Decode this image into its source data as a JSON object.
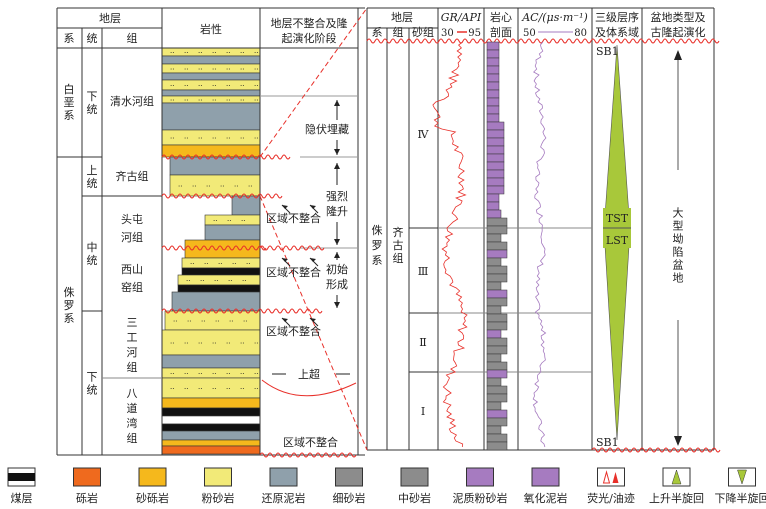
{
  "left": {
    "header": {
      "strata": "地层",
      "system": "系",
      "series": "统",
      "formation": "组",
      "lithology": "岩性",
      "stage_line1": "地层不整合及隆",
      "stage_line2": "起演化阶段"
    },
    "systems": [
      {
        "label": "白垩系"
      },
      {
        "label": "侏罗系"
      }
    ],
    "series": [
      {
        "label": "下统"
      },
      {
        "label": "上统"
      },
      {
        "label": "中统"
      },
      {
        "label": "下统"
      }
    ],
    "formations": [
      {
        "label": "清水河组"
      },
      {
        "label": "齐古组"
      },
      {
        "label": "头屯河组"
      },
      {
        "label": "西山窑组"
      },
      {
        "label": "三工河组"
      },
      {
        "label": "八道湾组"
      }
    ],
    "stages": [
      {
        "label": "隐伏埋藏"
      },
      {
        "label": "强烈隆升"
      },
      {
        "label": "初始形成"
      }
    ],
    "annotations": {
      "unconformity": "区域不整合",
      "onlap": "上超"
    }
  },
  "right": {
    "header": {
      "strata": "地层",
      "system": "系",
      "formation": "组",
      "sand_group": "砂组",
      "gr": "GR/API",
      "gr_min": "30",
      "gr_max": "95",
      "core_line1": "岩心",
      "core_line2": "剖面",
      "ac": "AC/(μs·m⁻¹)",
      "ac_min": "50",
      "ac_max": "80",
      "seq_line1": "三级层序",
      "seq_line2": "及体系域",
      "basin_line1": "盆地类型及",
      "basin_line2": "古隆起演化"
    },
    "system": "侏罗系",
    "formation": "齐古组",
    "sand_groups": [
      {
        "label": "Ⅳ"
      },
      {
        "label": "Ⅲ"
      },
      {
        "label": "Ⅱ"
      },
      {
        "label": "Ⅰ"
      }
    ],
    "sequence": {
      "top": "SB1",
      "bottom": "SB1",
      "tst": "TST",
      "lst": "LST"
    },
    "basin_type": "大型坳陷盆地"
  },
  "legend": [
    {
      "label": "煤层",
      "icon": "coal-icon"
    },
    {
      "label": "砾岩",
      "icon": "conglomerate-icon"
    },
    {
      "label": "砂砾岩",
      "icon": "glutenite-icon"
    },
    {
      "label": "粉砂岩",
      "icon": "siltstone-icon"
    },
    {
      "label": "还原泥岩",
      "icon": "reduced-mudstone-icon"
    },
    {
      "label": "细砂岩",
      "icon": "fine-sandstone-icon"
    },
    {
      "label": "中砂岩",
      "icon": "medium-sandstone-icon"
    },
    {
      "label": "泥质粉砂岩",
      "icon": "argillaceous-siltstone-icon"
    },
    {
      "label": "氧化泥岩",
      "icon": "oxidized-mudstone-icon"
    },
    {
      "label": "荧光/油迹",
      "icon": "fluorescence-icon"
    },
    {
      "label": "上升半旋回",
      "icon": "rising-cycle-icon"
    },
    {
      "label": "下降半旋回",
      "icon": "falling-cycle-icon"
    }
  ],
  "colors": {
    "silt": "#f2ea78",
    "mud": "#8fa0ab",
    "glut": "#f5b81c",
    "congl": "#ef6a1e",
    "purple": "#a67bc0",
    "fine": "#8c8c8c",
    "red": "#e8302a",
    "green": "#a8c83a"
  }
}
